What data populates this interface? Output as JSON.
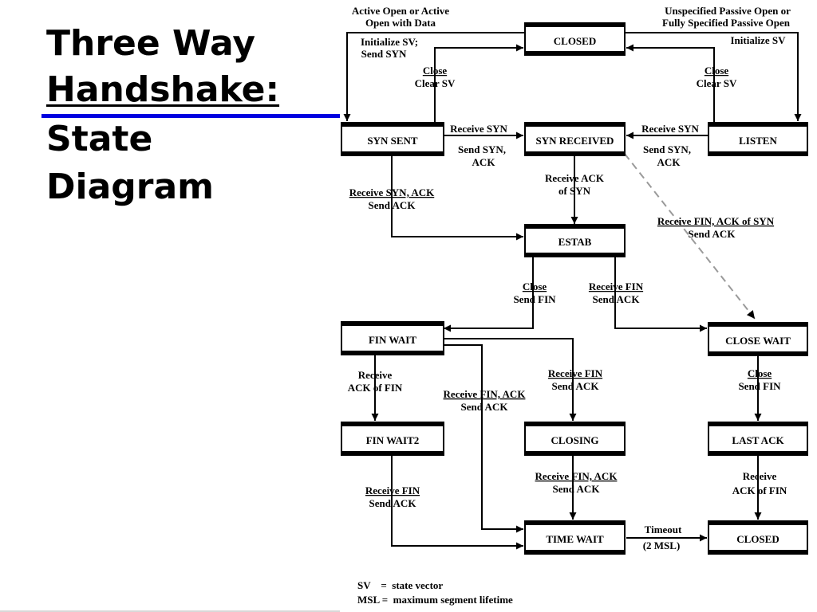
{
  "slide": {
    "title_line1": "Three Way",
    "title_line2": "Handshake:",
    "title_line3": "State",
    "title_line4": "Diagram"
  },
  "states": {
    "closed_top": "CLOSED",
    "syn_sent": "SYN SENT",
    "syn_received": "SYN RECEIVED",
    "listen": "LISTEN",
    "estab": "ESTAB",
    "fin_wait": "FIN WAIT",
    "close_wait": "CLOSE WAIT",
    "fin_wait2": "FIN WAIT2",
    "closing": "CLOSING",
    "last_ack": "LAST ACK",
    "time_wait": "TIME WAIT",
    "closed_bottom": "CLOSED"
  },
  "transitions": {
    "active_open_1": "Active Open or Active",
    "active_open_2": "Open with Data",
    "init_sv_send_syn_1": "Initialize SV;",
    "init_sv_send_syn_2": "Send SYN",
    "passive_open_1": "Unspecified Passive Open or",
    "passive_open_2": "Fully Specified Passive Open",
    "init_sv": "Initialize SV",
    "close_left": "Close",
    "clear_sv_left": "Clear SV",
    "close_right": "Close",
    "clear_sv_right": "Clear SV",
    "receive_syn_left": "Receive SYN",
    "send_syn_ack_left_1": "Send SYN,",
    "send_syn_ack_left_2": "ACK",
    "receive_syn_right": "Receive SYN",
    "send_syn_ack_right_1": "Send SYN,",
    "send_syn_ack_right_2": "ACK",
    "receive_syn_ack": "Receive SYN, ACK",
    "send_ack_1": "Send ACK",
    "receive_ack_of_syn_1": "Receive ACK",
    "receive_ack_of_syn_2": "of SYN",
    "receive_fin_ack_of_syn": "Receive FIN, ACK of SYN",
    "send_ack_2": "Send ACK",
    "close_estab": "Close",
    "send_fin_estab": "Send FIN",
    "receive_fin_estab": "Receive FIN",
    "send_ack_estab": "Send ACK",
    "receive_ack_of_fin_1": "Receive",
    "receive_ack_of_fin_2": "ACK of FIN",
    "receive_fin_ack_mid": "Receive FIN, ACK",
    "send_ack_mid": "Send ACK",
    "receive_fin_closing": "Receive FIN",
    "send_ack_closing": "Send ACK",
    "close_cw": "Close",
    "send_fin_cw": "Send FIN",
    "receive_fin_ack_closing": "Receive FIN, ACK",
    "send_ack_tw": "Send ACK",
    "receive_fin_fw2": "Receive FIN",
    "send_ack_fw2": "Send ACK",
    "receive_la_1": "Receive",
    "receive_la_2": "ACK of FIN",
    "timeout_1": "Timeout",
    "timeout_2": "(2 MSL)"
  },
  "legend": {
    "sv_line": "SV    =  state vector",
    "msl_line": "MSL =  maximum segment lifetime"
  }
}
